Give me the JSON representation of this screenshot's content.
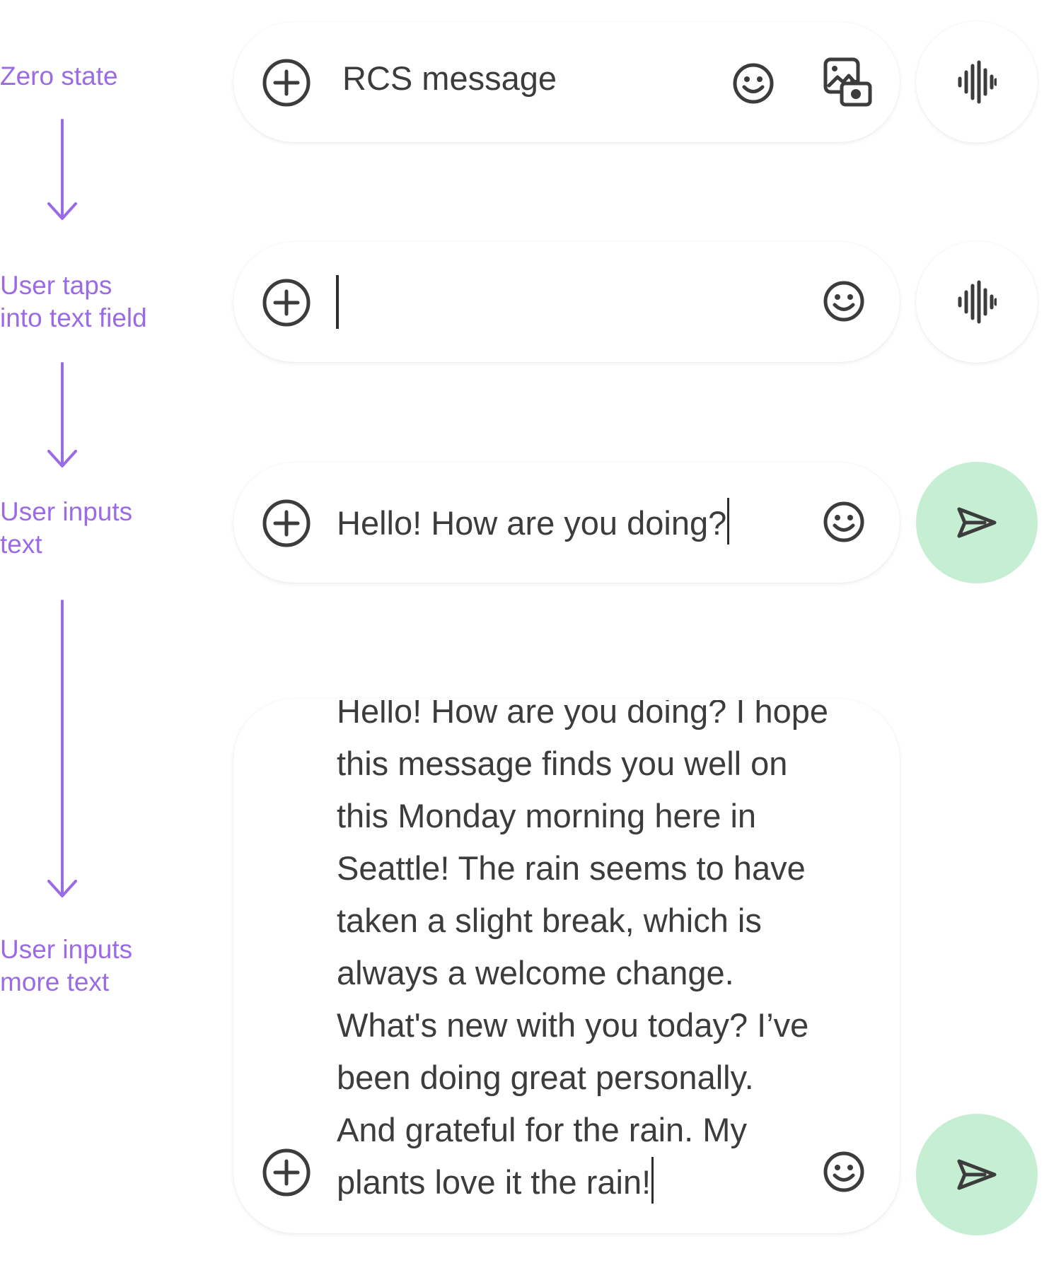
{
  "flow": {
    "steps": [
      {
        "label": "Zero state"
      },
      {
        "label": "User taps\ninto text field"
      },
      {
        "label": "User inputs\ntext"
      },
      {
        "label": "User inputs\nmore text"
      }
    ]
  },
  "composer_zero": {
    "placeholder": "RCS message",
    "icons": [
      "add-circle-icon",
      "emoji-icon",
      "gallery-camera-icon",
      "voice-waveform-icon"
    ]
  },
  "composer_focused": {
    "value": "",
    "icons": [
      "add-circle-icon",
      "emoji-icon",
      "voice-waveform-icon"
    ]
  },
  "composer_typed": {
    "value": "Hello! How are you doing?",
    "icons": [
      "add-circle-icon",
      "emoji-icon",
      "send-icon"
    ]
  },
  "composer_expanded": {
    "lines": [
      "Hello! How are you doing? I hope",
      "this message finds you well on",
      "this Monday morning here in",
      "Seattle! The rain seems to have",
      "taken a slight break, which is",
      "always a welcome change.",
      "What's new with you today? I’ve",
      "been doing great personally.",
      "And grateful for the rain. My",
      "plants love it the rain!"
    ],
    "icons": [
      "add-circle-icon",
      "emoji-icon",
      "send-icon"
    ]
  },
  "colors": {
    "annotation": "#9b6be6",
    "send_button": "#c6eed2",
    "icon": "#3c3c3c"
  }
}
